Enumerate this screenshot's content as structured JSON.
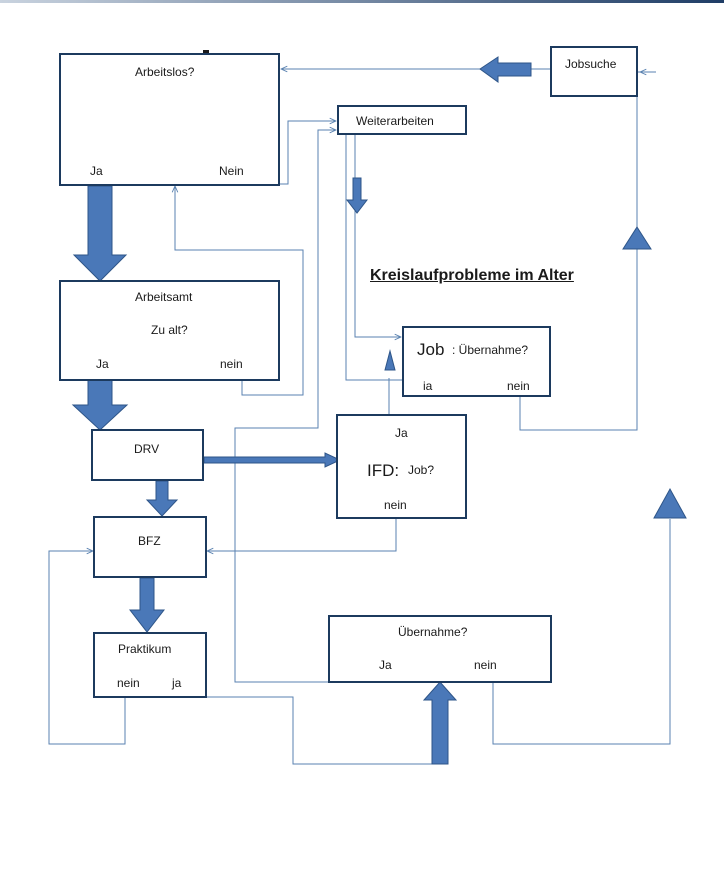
{
  "title": "Kreislaufprobleme  im Alter",
  "nodes": {
    "arbeitslos": {
      "label": "Arbeitslos?",
      "yes": "Ja",
      "no": "Nein"
    },
    "jobsuche": {
      "label": "Jobsuche"
    },
    "weiterarbeiten": {
      "label": "Weiterarbeiten"
    },
    "arbeitsamt": {
      "label": "Arbeitsamt",
      "question": "Zu alt?",
      "yes": "Ja",
      "no": "nein"
    },
    "job_uebernahme": {
      "label_main": "Job",
      "label_sub": ": Übernahme?",
      "yes": "ia",
      "no": "nein"
    },
    "drv": {
      "label": "DRV"
    },
    "ifd": {
      "top": "Ja",
      "label_main": "IFD:",
      "label_sub": "Job?",
      "bottom": "nein"
    },
    "bfz": {
      "label": "BFZ"
    },
    "praktikum": {
      "label": "Praktikum",
      "no": "nein",
      "yes": "ja"
    },
    "uebernahme": {
      "label": "Übernahme?",
      "yes": "Ja",
      "no": "nein"
    }
  },
  "colors": {
    "arrow_fill": "#4a78b8",
    "arrow_stroke": "#2e5588",
    "box_border": "#1c3a5e",
    "connector": "#5a82b0"
  }
}
